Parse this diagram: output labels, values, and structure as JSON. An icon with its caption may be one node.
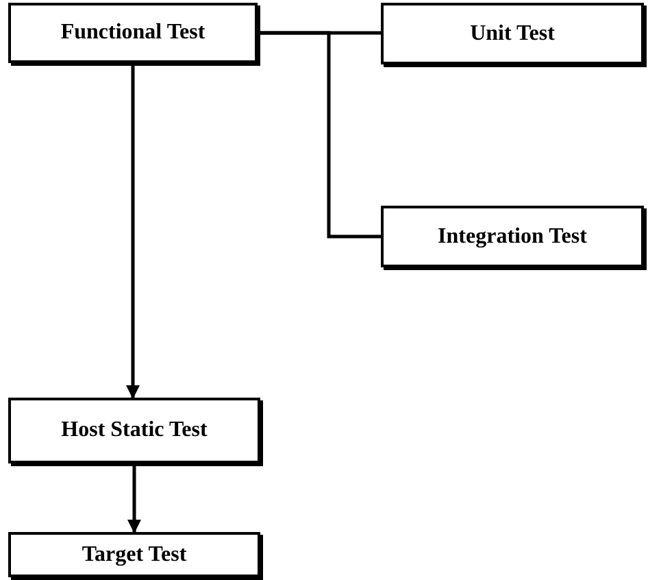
{
  "diagram": {
    "nodes": [
      {
        "text": [
          "Functional Test"
        ]
      },
      {
        "text": [
          "Unit Test"
        ]
      },
      {
        "text": [
          "Integration Test"
        ]
      },
      {
        "text": [
          "Host Static Test"
        ]
      },
      {
        "text": [
          "Target Test"
        ]
      }
    ],
    "edges": [
      {
        "from": 0,
        "to": 1,
        "arrow": "none"
      },
      {
        "from": 0,
        "to": 2,
        "arrow": "none"
      },
      {
        "from": 0,
        "to": 3,
        "arrow": "to"
      },
      {
        "from": 3,
        "to": 4,
        "arrow": "to"
      }
    ]
  }
}
